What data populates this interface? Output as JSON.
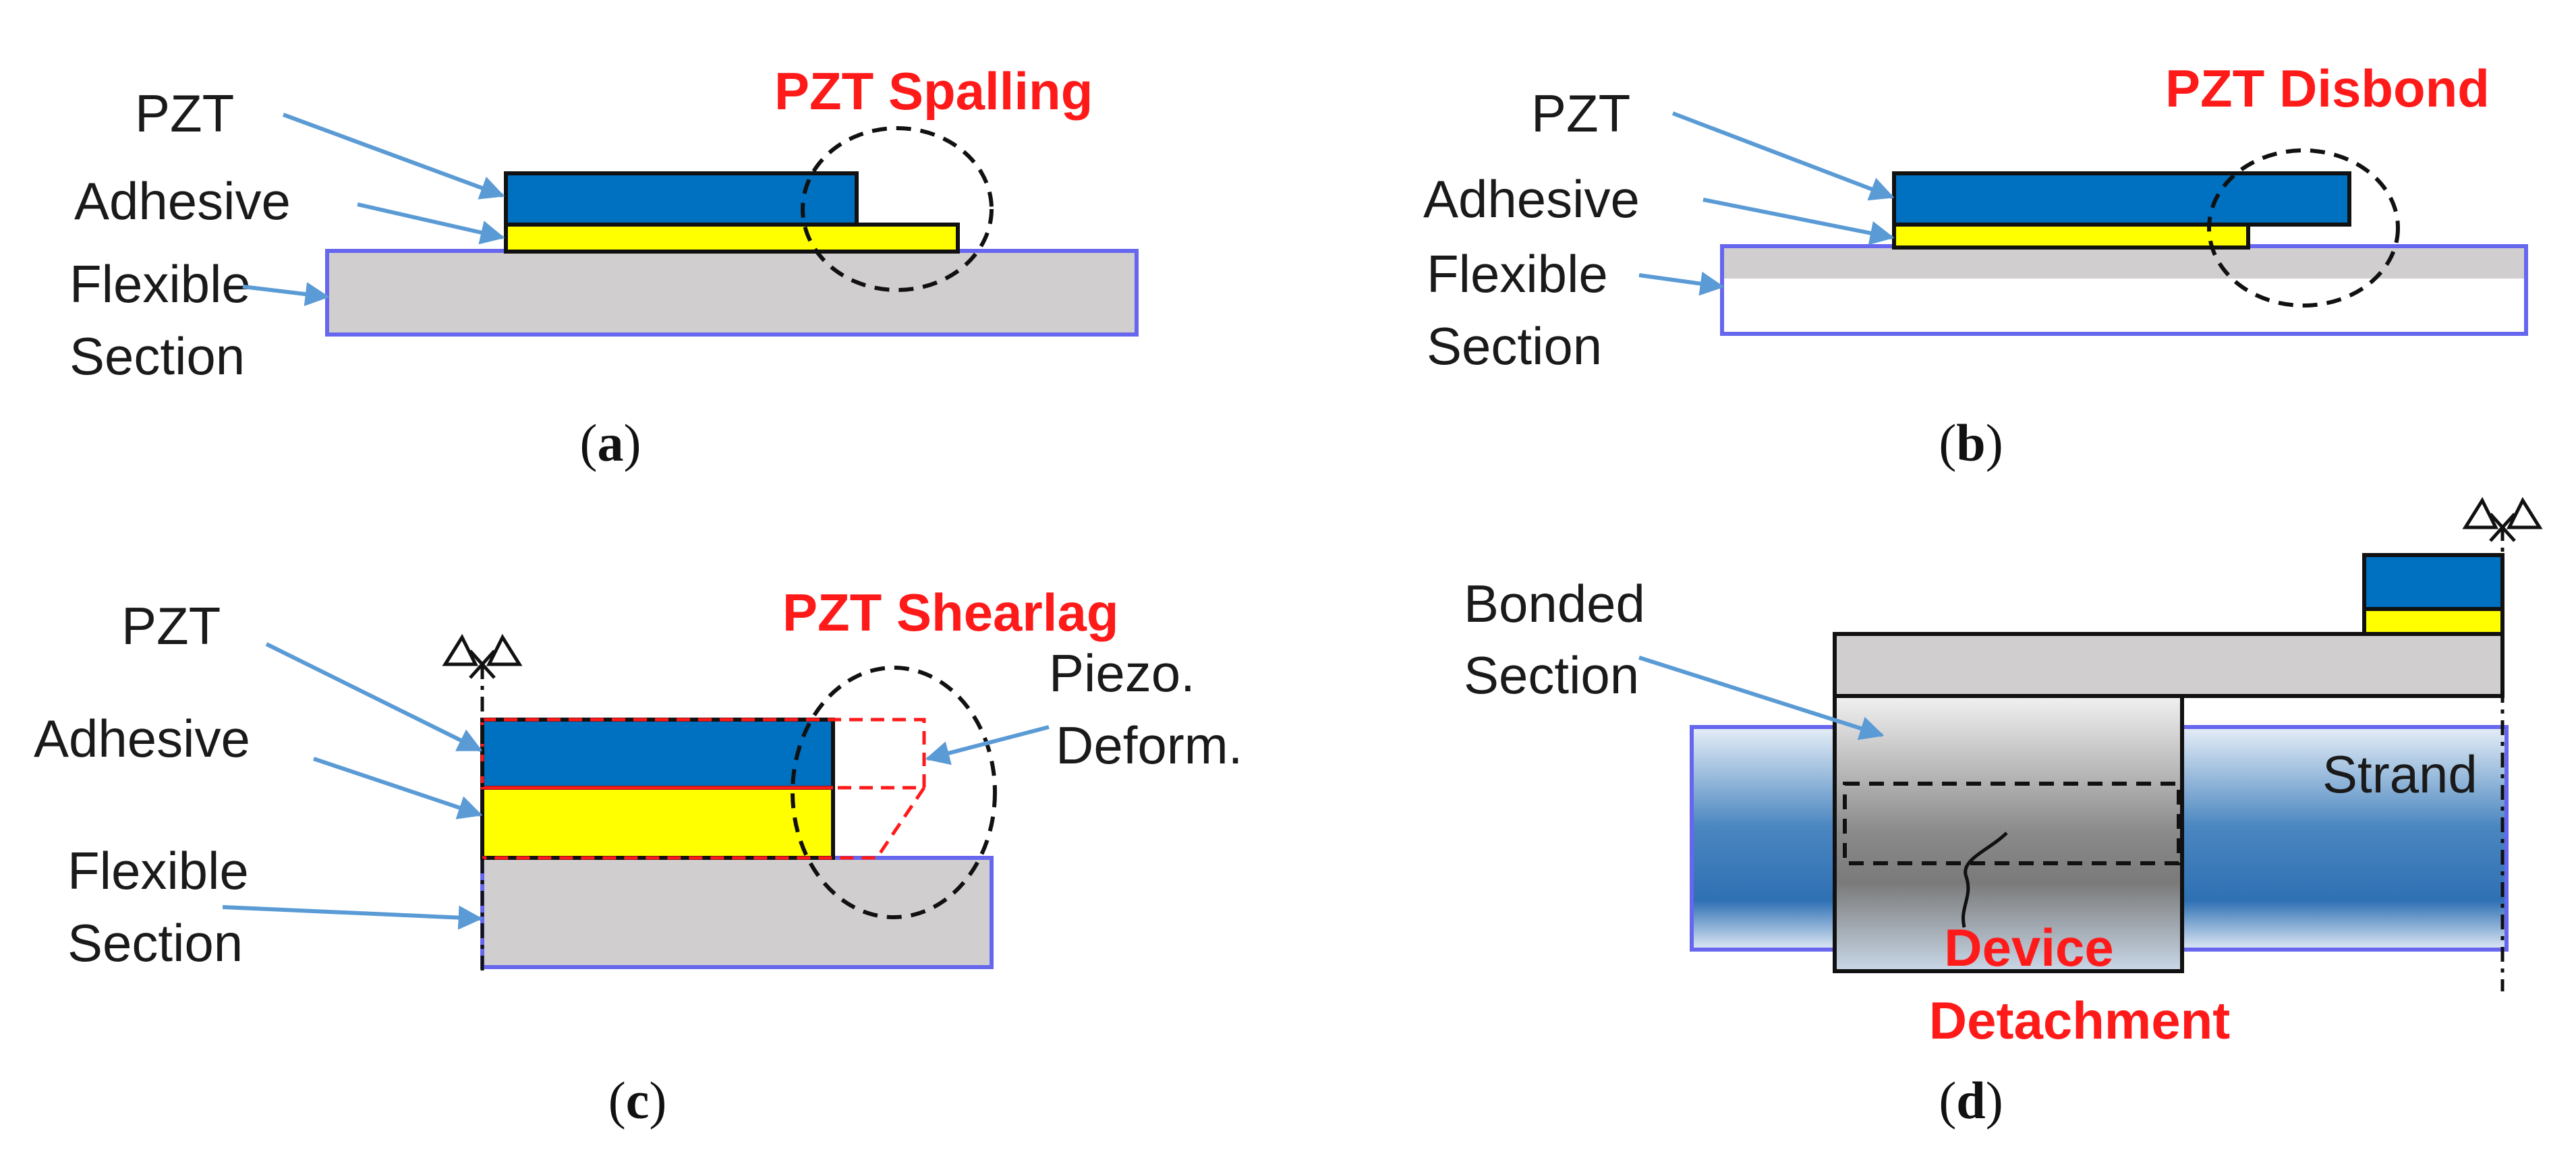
{
  "colors": {
    "pzt": "#0070c0",
    "adhesive": "#ffff00",
    "flexible": "#d0cece",
    "outline": "#6666ee",
    "arrow": "#5b9bd5",
    "failure_label": "#ff1a1a"
  },
  "panel_a": {
    "caption": "a",
    "failure_label": "PZT Spalling",
    "labels": {
      "pzt": "PZT",
      "adhesive": "Adhesive",
      "flexible_1": "Flexible",
      "flexible_2": "Section"
    }
  },
  "panel_b": {
    "caption": "b",
    "failure_label": "PZT Disbond",
    "labels": {
      "pzt": "PZT",
      "adhesive": "Adhesive",
      "flexible_1": "Flexible",
      "flexible_2": "Section"
    }
  },
  "panel_c": {
    "caption": "c",
    "failure_label": "PZT Shearlag",
    "labels": {
      "pzt": "PZT",
      "adhesive": "Adhesive",
      "flexible_1": "Flexible",
      "flexible_2": "Section",
      "piezo_1": "Piezo.",
      "piezo_2": "Deform."
    }
  },
  "panel_d": {
    "caption": "d",
    "failure_label_1": "Device",
    "failure_label_2": "Detachment",
    "labels": {
      "bonded_1": "Bonded",
      "bonded_2": "Section",
      "strand": "Strand"
    }
  },
  "icons": [
    "symmetry-axis-icon"
  ]
}
